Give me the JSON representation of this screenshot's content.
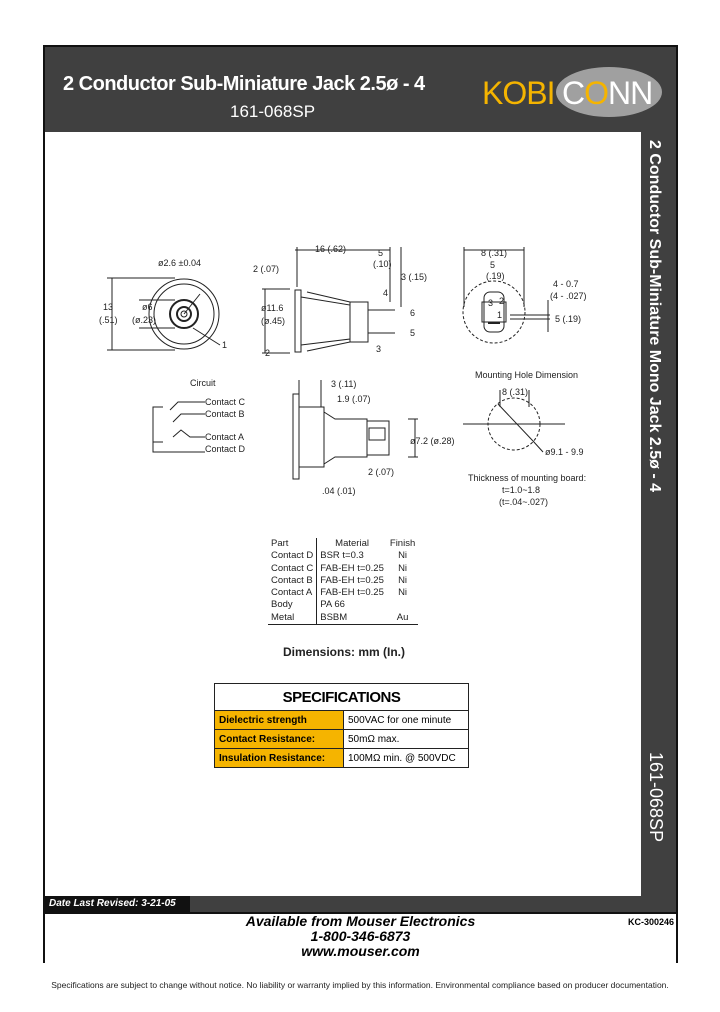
{
  "header": {
    "title": "2 Conductor Sub-Miniature Jack 2.5ø - 4",
    "part_number": "161-068SP",
    "logo": "KOBICONN"
  },
  "side": {
    "title": "2 Conductor Sub-Miniature Mono Jack 2.5ø - 4",
    "part_number": "161-068SP"
  },
  "drawings": {
    "front": {
      "dia_pin": "ø2.6 ±0.04",
      "height_mm": "13",
      "height_in": "(.51)",
      "dia_inner_mm": "ø6",
      "dia_inner_in": "(ø.23)",
      "callout1": "1"
    },
    "side": {
      "len": "16 (.62)",
      "flange": "2 (.07)",
      "tail_mm": "5",
      "tail_in": "(.10)",
      "pin": "3 (.15)",
      "dia_mm": "ø11.6",
      "dia_in": "(ø.45)",
      "c2": "2",
      "c3": "3",
      "c4": "4",
      "c5": "5",
      "c6": "6"
    },
    "rear": {
      "width": "8 (.31)",
      "inner_mm": "5",
      "inner_in": "(.19)",
      "slot_mm": "4 - 0.7",
      "slot_in": "(4 - .027)",
      "pitch": "5 (.19)",
      "n1": "1",
      "n2": "2",
      "n3": "3"
    },
    "circuit": {
      "title": "Circuit",
      "contacts": [
        "Contact C",
        "Contact B",
        "Contact A",
        "Contact D"
      ]
    },
    "bottom": {
      "d1": "3 (.11)",
      "d2": "1.9 (.07)",
      "d3": "ø7.2 (ø.28)",
      "d4": "2 (.07)",
      "d5": ".04 (.01)"
    },
    "mounting": {
      "title": "Mounting Hole Dimension",
      "width": "8 (.31)",
      "dia": "ø9.1 - 9.9",
      "thickness_title": "Thickness of mounting board:",
      "thickness_mm": "t=1.0~1.8",
      "thickness_in": "(t=.04~.027)"
    }
  },
  "materials": {
    "headers": [
      "Part",
      "Material",
      "Finish"
    ],
    "rows": [
      [
        "Contact D",
        "BSR t=0.3",
        "Ni"
      ],
      [
        "Contact C",
        "FAB-EH t=0.25",
        "Ni"
      ],
      [
        "Contact B",
        "FAB-EH t=0.25",
        "Ni"
      ],
      [
        "Contact A",
        "FAB-EH t=0.25",
        "Ni"
      ],
      [
        "Body",
        "PA 66",
        ""
      ],
      [
        "Metal",
        "BSBM",
        "Au"
      ]
    ]
  },
  "dimensions_note": "Dimensions: mm (In.)",
  "specifications": {
    "title": "SPECIFICATIONS",
    "accent": "#f5b400",
    "rows": [
      {
        "key": "Dielectric strength",
        "value": "500VAC for one minute"
      },
      {
        "key": "Contact Resistance:",
        "value": "50mΩ max."
      },
      {
        "key": "Insulation Resistance:",
        "value": "100MΩ min. @ 500VDC"
      }
    ]
  },
  "date_revised": "Date Last Revised:  3-21-05",
  "footer": {
    "line1": "Available from Mouser Electronics",
    "line2": "1-800-346-6873",
    "line3": "www.mouser.com",
    "code": "KC-300246"
  },
  "disclaimer": "Specifications are subject to change without notice. No liability or warranty implied by this information. Environmental compliance based on producer documentation."
}
